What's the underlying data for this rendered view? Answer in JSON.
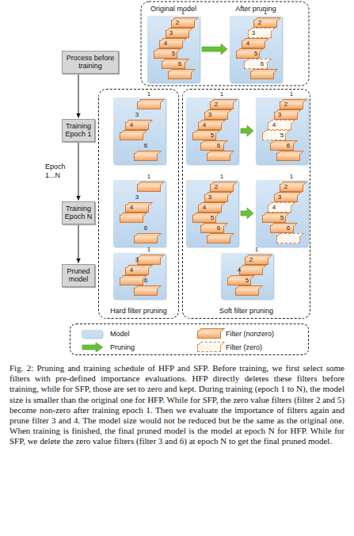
{
  "diagram": {
    "caption": "Fig. 2: Pruning and training schedule of HFP and SFP. Before training, we first select some filters with pre-defined importance evaluations. HFP directly deletes these filters before training, while for SFP, those are set to zero and kept. During training (epoch 1 to N), the model size is smaller than the original one for HFP. While for SFP, the zero value filters (filter 2 and 5) become non-zero after training epoch 1. Then we evaluate the importance of filters again and prune filter 3 and 4. The model size would not be reduced but be the same as the original one. When training is finished, the final pruned model is the model at epoch N for HFP. While for SFP, we delete the zero value filters (filter 3 and 6) at epoch N to get the final pruned model.",
    "nodes": [
      {
        "text": [
          "Process before training"
        ]
      },
      {
        "text": [
          "Training Epoch 1"
        ]
      },
      {
        "text": [
          "Training Epoch N"
        ]
      },
      {
        "text": [
          "Pruned model"
        ]
      },
      {
        "text": [
          "Original model"
        ]
      },
      {
        "text": [
          "1"
        ],
        "in": 4
      },
      {
        "text": [
          "2"
        ],
        "in": 4
      },
      {
        "text": [
          "3"
        ],
        "in": 4
      },
      {
        "text": [
          "4"
        ],
        "in": 4
      },
      {
        "text": [
          "5"
        ],
        "in": 4
      },
      {
        "text": [
          "6"
        ],
        "in": 4
      },
      {
        "text": [
          "After pruning"
        ]
      },
      {
        "text": [
          "1"
        ],
        "in": 11
      },
      {
        "text": [
          "2"
        ],
        "in": 11
      },
      {
        "text": [
          "3"
        ],
        "in": 11
      },
      {
        "text": [
          "4"
        ],
        "in": 11
      },
      {
        "text": [
          "5"
        ],
        "in": 11
      },
      {
        "text": [
          "6"
        ],
        "in": 11
      },
      {
        "text": [
          "Hard filter pruning"
        ]
      },
      {
        "in": 18
      },
      {
        "text": [
          "1"
        ],
        "in": 19
      },
      {
        "text": [
          "3"
        ],
        "in": 19
      },
      {
        "text": [
          "4"
        ],
        "in": 19
      },
      {
        "text": [
          "6"
        ],
        "in": 19
      },
      {
        "in": 18
      },
      {
        "text": [
          "1"
        ],
        "in": 24
      },
      {
        "text": [
          "3"
        ],
        "in": 24
      },
      {
        "text": [
          "4"
        ],
        "in": 24
      },
      {
        "text": [
          "6"
        ],
        "in": 24
      },
      {
        "in": 18
      },
      {
        "text": [
          "1"
        ],
        "in": 29
      },
      {
        "text": [
          "3"
        ],
        "in": 29
      },
      {
        "text": [
          "4"
        ],
        "in": 29
      },
      {
        "text": [
          "6"
        ],
        "in": 29
      },
      {
        "text": [
          "Soft filter pruning"
        ]
      },
      {
        "in": 34
      },
      {
        "text": [
          "1"
        ],
        "in": 35
      },
      {
        "text": [
          "2"
        ],
        "in": 35
      },
      {
        "text": [
          "3"
        ],
        "in": 35
      },
      {
        "text": [
          "4"
        ],
        "in": 35
      },
      {
        "text": [
          "5"
        ],
        "in": 35
      },
      {
        "text": [
          "6"
        ],
        "in": 35
      },
      {
        "in": 34
      },
      {
        "text": [
          "1"
        ],
        "in": 42
      },
      {
        "text": [
          "2"
        ],
        "in": 42
      },
      {
        "text": [
          "3"
        ],
        "in": 42
      },
      {
        "text": [
          "4"
        ],
        "in": 42
      },
      {
        "text": [
          "5"
        ],
        "in": 42
      },
      {
        "text": [
          "6"
        ],
        "in": 42
      },
      {
        "in": 34
      },
      {
        "text": [
          "1"
        ],
        "in": 49
      },
      {
        "text": [
          "2"
        ],
        "in": 49
      },
      {
        "text": [
          "3"
        ],
        "in": 49
      },
      {
        "text": [
          "4"
        ],
        "in": 49
      },
      {
        "text": [
          "5"
        ],
        "in": 49
      },
      {
        "text": [
          "6"
        ],
        "in": 49
      },
      {
        "in": 34
      },
      {
        "text": [
          "1"
        ],
        "in": 56
      },
      {
        "text": [
          "2"
        ],
        "in": 56
      },
      {
        "text": [
          "3"
        ],
        "in": 56
      },
      {
        "text": [
          "4"
        ],
        "in": 56
      },
      {
        "text": [
          "5"
        ],
        "in": 56
      },
      {
        "text": [
          "6"
        ],
        "in": 56
      },
      {
        "in": 34
      },
      {
        "text": [
          "1"
        ],
        "in": 63
      },
      {
        "text": [
          "2"
        ],
        "in": 63
      },
      {
        "text": [
          "4"
        ],
        "in": 63
      },
      {
        "text": [
          "5"
        ],
        "in": 63
      }
    ],
    "edges": [
      {
        "from": 0,
        "to": 1,
        "arrow": "to"
      },
      {
        "from": 1,
        "to": 2,
        "arrow": "to",
        "label": "Epoch 1...N"
      },
      {
        "from": 2,
        "to": 3,
        "arrow": "to"
      },
      {
        "from": 4,
        "to": 11,
        "arrow": "to"
      },
      {
        "from": 35,
        "to": 42,
        "arrow": "to"
      },
      {
        "from": 49,
        "to": 56,
        "arrow": "to"
      }
    ],
    "legend": [
      {
        "text": "Model",
        "color": "#c9def1"
      },
      {
        "text": "Filter (nonzero)"
      },
      {
        "text": "Pruning"
      },
      {
        "text": "Filter (zero)"
      }
    ]
  }
}
